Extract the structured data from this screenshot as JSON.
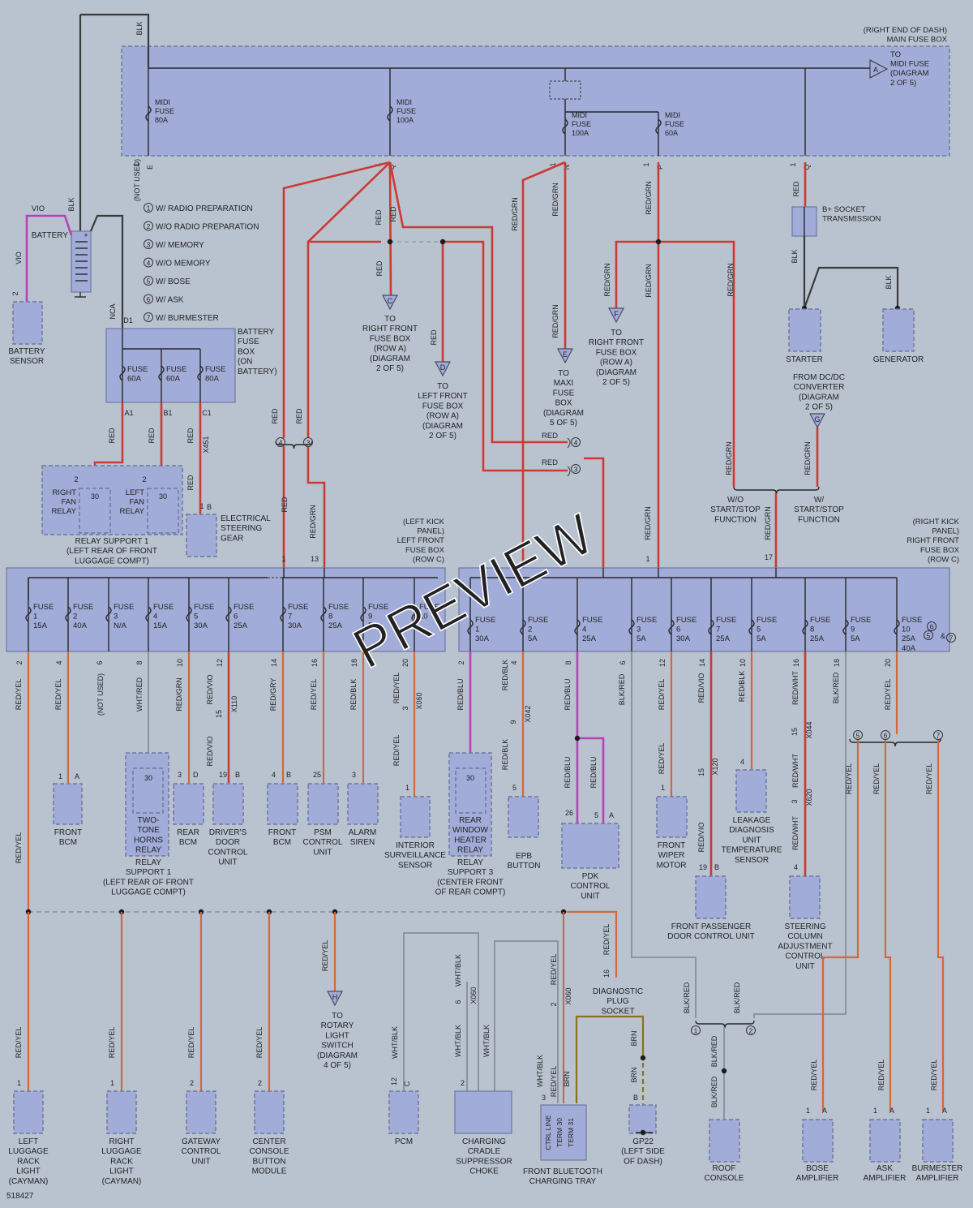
{
  "figure_id": "518427",
  "watermark": "PREVIEW",
  "legend": [
    {
      "num": "1",
      "text": "W/ RADIO PREPARATION"
    },
    {
      "num": "2",
      "text": "W/O RADIO PREPARATION"
    },
    {
      "num": "3",
      "text": "W/ MEMORY"
    },
    {
      "num": "4",
      "text": "W/O MEMORY"
    },
    {
      "num": "5",
      "text": "W/ BOSE"
    },
    {
      "num": "6",
      "text": "W/ ASK"
    },
    {
      "num": "7",
      "text": "W/ BURMESTER"
    }
  ],
  "main_fuse_box": {
    "title": [
      "(RIGHT END OF DASH)",
      "MAIN FUSE BOX"
    ],
    "fuses": [
      {
        "label": [
          "MIDI",
          "FUSE",
          "80A"
        ],
        "pin": "1",
        "conn": "E",
        "note": "(NOT USED)"
      },
      {
        "label": [
          "MIDI",
          "FUSE",
          "100A"
        ],
        "pin": "1",
        "conn": "Q"
      },
      {
        "label": [
          "MIDI",
          "FUSE",
          "100A"
        ],
        "pin": "1",
        "conn": "N"
      },
      {
        "label": [
          "MIDI",
          "FUSE",
          "60A"
        ],
        "pin": "1",
        "conn": "P"
      }
    ],
    "out_pin": {
      "pin": "1",
      "conn": "Q"
    },
    "to_midi": {
      "letter": "A",
      "text": [
        "TO",
        "MIDI FUSE",
        "(DIAGRAM",
        "2 OF 5)"
      ]
    }
  },
  "battery": {
    "label": "BATTERY",
    "sensor": [
      "BATTERY",
      "SENSOR"
    ],
    "sensor_pin": "2"
  },
  "battery_fuse_box": {
    "title": [
      "BATTERY",
      "FUSE",
      "BOX",
      "(ON",
      "BATTERY)"
    ],
    "input": {
      "conn": "D1",
      "wire": "NCA"
    },
    "fuses": [
      {
        "label": [
          "FUSE",
          "60A"
        ],
        "conn": "A1"
      },
      {
        "label": [
          "FUSE",
          "60A"
        ],
        "conn": "B1"
      },
      {
        "label": [
          "FUSE",
          "80A"
        ],
        "conn": "C1"
      }
    ]
  },
  "relay_support_1": {
    "label": [
      "RELAY SUPPORT 1",
      "(LEFT REAR OF FRONT",
      "LUGGAGE COMPT)"
    ],
    "relays": [
      {
        "label": [
          "RIGHT",
          "FAN",
          "RELAY"
        ],
        "pin": "30",
        "pin_top": "2"
      },
      {
        "label": [
          "LEFT",
          "FAN",
          "RELAY"
        ],
        "pin": "30",
        "pin_top": "2"
      }
    ]
  },
  "electrical_steering_gear": {
    "label": [
      "ELECTRICAL",
      "STEERING",
      "GEAR"
    ],
    "conn": "X451",
    "pin": "1",
    "pin_b": "B"
  },
  "to_boxes": {
    "C": {
      "letter": "C",
      "text": [
        "TO",
        "RIGHT FRONT",
        "FUSE BOX",
        "(ROW A)",
        "(DIAGRAM",
        "2 OF 5)"
      ]
    },
    "D": {
      "letter": "D",
      "text": [
        "TO",
        "LEFT FRONT",
        "FUSE BOX",
        "(ROW A)",
        "(DIAGRAM",
        "2 OF 5)"
      ]
    },
    "E": {
      "letter": "E",
      "text": [
        "TO",
        "MAXI",
        "FUSE",
        "BOX",
        "(DIAGRAM",
        "5 OF 5)"
      ]
    },
    "F": {
      "letter": "F",
      "text": [
        "TO",
        "RIGHT FRONT",
        "FUSE BOX",
        "(ROW A)",
        "(DIAGRAM",
        "2 OF 5)"
      ]
    },
    "G": {
      "letter": "G",
      "text": [
        "FROM DC/DC",
        "CONVERTER",
        "(DIAGRAM",
        "2 OF 5)"
      ]
    },
    "H": {
      "letter": "H",
      "text": [
        "TO",
        "ROTARY",
        "LIGHT",
        "SWITCH",
        "(DIAGRAM",
        "4 OF 5)"
      ]
    }
  },
  "b_plus_socket": {
    "label": [
      "B+ SOCKET",
      "TRANSMISSION"
    ]
  },
  "starter": {
    "label": "STARTER"
  },
  "generator": {
    "label": "GENERATOR"
  },
  "start_stop": {
    "wo": [
      "W/O",
      "START/STOP",
      "FUNCTION"
    ],
    "w": [
      "W/",
      "START/STOP",
      "FUNCTION"
    ]
  },
  "left_fuse_box": {
    "title": [
      "(LEFT KICK",
      "PANEL)",
      "LEFT FRONT",
      "FUSE BOX",
      "(ROW C)"
    ],
    "inputs": [
      {
        "pin": "1",
        "wire": "RED"
      },
      {
        "pin": "13",
        "wire": "RED/GRN"
      }
    ],
    "fuses": [
      {
        "num": "1",
        "amp": "15A",
        "pin": "2",
        "wire": "RED/YEL"
      },
      {
        "num": "2",
        "amp": "40A",
        "pin": "4",
        "wire": "RED/YEL"
      },
      {
        "num": "3",
        "amp": "N/A",
        "pin": "6",
        "wire": "(NOT USED)"
      },
      {
        "num": "4",
        "amp": "15A",
        "pin": "8",
        "wire": "WHT/RED"
      },
      {
        "num": "5",
        "amp": "30A",
        "pin": "10",
        "wire": "RED/GRN"
      },
      {
        "num": "6",
        "amp": "25A",
        "pin": "12",
        "wire": "RED/VIO"
      },
      {
        "num": "7",
        "amp": "30A",
        "pin": "14",
        "wire": "RED/GRY"
      },
      {
        "num": "8",
        "amp": "25A",
        "pin": "16",
        "wire": "RED/YEL"
      },
      {
        "num": "9",
        "amp": "5A",
        "pin": "18",
        "wire": "RED/BLK"
      },
      {
        "num": "10",
        "amp": "",
        "pin": "20",
        "wire": "RED/YEL"
      }
    ]
  },
  "right_fuse_box": {
    "title": [
      "(RIGHT KICK",
      "PANEL)",
      "RIGHT FRONT",
      "FUSE BOX",
      "(ROW C)"
    ],
    "inputs": [
      {
        "pin": "1",
        "wire": "RED/GRN"
      },
      {
        "pin": "17",
        "wire": "RED/GRN"
      }
    ],
    "fuses": [
      {
        "num": "1",
        "amp": "30A",
        "pin": "2",
        "wire": "RED/BLU"
      },
      {
        "num": "2",
        "amp": "5A",
        "pin": "4",
        "wire": "RED/BLK"
      },
      {
        "num": "4",
        "amp": "25A",
        "pin": "8",
        "wire": "RED/BLU"
      },
      {
        "num": "3",
        "amp": "5A",
        "pin": "6",
        "wire": "BLK/RED"
      },
      {
        "num": "6",
        "amp": "30A",
        "pin": "12",
        "wire": "RED/YEL"
      },
      {
        "num": "7",
        "amp": "25A",
        "pin": "14",
        "wire": "RED/VIO"
      },
      {
        "num": "5",
        "amp": "5A",
        "pin": "10",
        "wire": "RED/BLK"
      },
      {
        "num": "8",
        "amp": "25A",
        "pin": "16",
        "wire": "RED/WHT"
      },
      {
        "num": "9",
        "amp": "5A",
        "pin": "18",
        "wire": "BLK/RED"
      },
      {
        "num": "10",
        "amp": "25A",
        "amp2": "40A",
        "pin": "20",
        "wire": "RED/YEL"
      }
    ]
  },
  "components_mid": [
    {
      "label": [
        "FRONT",
        "BCM"
      ],
      "pin": "1",
      "pin_b": "A"
    },
    {
      "label": [
        "TWO-",
        "TONE",
        "HORNS",
        "RELAY"
      ],
      "pin": "30"
    },
    {
      "label": [
        "REAR",
        "BCM"
      ],
      "pin": "3",
      "pin_b": "D"
    },
    {
      "label": [
        "DRIVER'S",
        "DOOR",
        "CONTROL",
        "UNIT"
      ],
      "pin": "19",
      "pin_b": "B",
      "conn": "X110",
      "pin_top": "15"
    },
    {
      "label": [
        "FRONT",
        "BCM"
      ],
      "pin": "4",
      "pin_b": "B"
    },
    {
      "label": [
        "PSM",
        "CONTROL",
        "UNIT"
      ],
      "pin": "25"
    },
    {
      "label": [
        "ALARM",
        "SIREN"
      ],
      "pin": "3"
    },
    {
      "label": [
        "INTERIOR",
        "SURVEILLANCE",
        "SENSOR"
      ],
      "pin": "1",
      "conn": "X060",
      "pin_top": "3"
    },
    {
      "label": [
        "REAR",
        "WINDOW",
        "HEATER",
        "RELAY"
      ],
      "pin": "30"
    },
    {
      "label": [
        "EPB",
        "BUTTON"
      ],
      "pin": "5",
      "conn": "X042",
      "pin_top": "9"
    },
    {
      "label": [
        "PDK",
        "CONTROL",
        "UNIT"
      ],
      "pin": "26",
      "pin2": "5",
      "pin_b": "A"
    },
    {
      "label": [
        "FRONT",
        "WIPER",
        "MOTOR"
      ],
      "pin": "1"
    },
    {
      "label": [
        "LEAKAGE",
        "DIAGNOSIS",
        "UNIT",
        "TEMPERATURE",
        "SENSOR"
      ],
      "pin": "4"
    },
    {
      "label": [
        "FRONT PASSENGER",
        "DOOR CONTROL UNIT"
      ],
      "pin": "19",
      "pin_b": "B",
      "conn": "X120",
      "pin_top": "15"
    },
    {
      "label": [
        "STEERING",
        "COLUMN",
        "ADJUSTMENT",
        "CONTROL",
        "UNIT"
      ],
      "pin": "4",
      "conn": "X044",
      "conn2": "X620",
      "pin_top": "15",
      "pin_mid": "3"
    }
  ],
  "relay_support_1b": [
    "RELAY",
    "SUPPORT 1",
    "(LEFT REAR OF FRONT",
    "LUGGAGE COMPT)"
  ],
  "relay_support_3": [
    "RELAY",
    "SUPPORT 3",
    "(CENTER FRONT",
    "OF REAR COMPT)"
  ],
  "components_bottom": [
    {
      "label": [
        "LEFT",
        "LUGGAGE",
        "RACK",
        "LIGHT",
        "(CAYMAN)"
      ],
      "pin": "1",
      "wire": "RED/YEL"
    },
    {
      "label": [
        "RIGHT",
        "LUGGAGE",
        "RACK",
        "LIGHT",
        "(CAYMAN)"
      ],
      "pin": "1",
      "wire": "RED/YEL"
    },
    {
      "label": [
        "GATEWAY",
        "CONTROL",
        "UNIT"
      ],
      "pin": "2",
      "wire": "RED/YEL"
    },
    {
      "label": [
        "CENTER",
        "CONSOLE",
        "BUTTON",
        "MODULE"
      ],
      "pin": "2",
      "wire": "RED/YEL"
    },
    {
      "label": [
        "PCM"
      ],
      "pin": "12",
      "pin_b": "C",
      "wire": "WHT/BLK"
    },
    {
      "label": [
        "CHARGING",
        "CRADLE",
        "SUPPRESSOR",
        "CHOKE"
      ],
      "pin": "2",
      "wire": "WHT/BLK"
    },
    {
      "label": [
        "FRONT BLUETOOTH",
        "CHARGING TRAY"
      ],
      "pin": "3",
      "inner": [
        "CTRL LINE",
        "TERM 30",
        "TERM 31"
      ]
    },
    {
      "label": [
        "GP22",
        "(LEFT SIDE",
        "OF DASH)"
      ],
      "pin": "B",
      "wire": "BRN"
    },
    {
      "label": [
        "ROOF",
        "CONSOLE"
      ],
      "pin": "",
      "wire": "BLK/RED"
    },
    {
      "label": [
        "BOSE",
        "AMPLIFIER"
      ],
      "pin": "1",
      "pin_b": "A",
      "wire": "RED/YEL"
    },
    {
      "label": [
        "ASK",
        "AMPLIFIER"
      ],
      "pin": "1",
      "pin_b": "A",
      "wire": "RED/YEL"
    },
    {
      "label": [
        "BURMESTER",
        "AMPLIFIER"
      ],
      "pin": "1",
      "pin_b": "A",
      "wire": "RED/YEL"
    }
  ],
  "diagnostic_plug": {
    "label": [
      "DIAGNOSTIC",
      "PLUG",
      "SOCKET"
    ],
    "pin": "16",
    "wire": "RED/YEL"
  },
  "wire_labels": {
    "blk": "BLK",
    "vio": "VIO",
    "red": "RED",
    "red_grn": "RED/GRN",
    "red_yel": "RED/YEL",
    "wht_blk": "WHT/BLK",
    "brn": "BRN",
    "blk_red": "BLK/RED",
    "nca": "NCA",
    "x060": "X060"
  }
}
